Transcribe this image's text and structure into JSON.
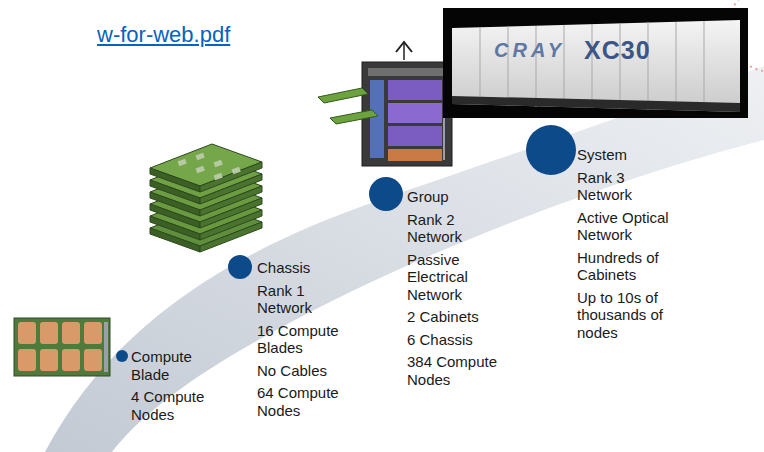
{
  "diagram": {
    "nodes": [
      {
        "text": [
          "Compute Blade",
          "4 Compute Nodes"
        ]
      },
      {
        "text": [
          "Chassis",
          "Rank 1 Network",
          "16 Compute Blades",
          "No Cables",
          "64 Compute Nodes"
        ]
      },
      {
        "text": [
          "Group",
          "Rank 2 Network",
          "Passive Electrical Network",
          "2 Cabinets",
          "6 Chassis",
          "384 Compute Nodes"
        ]
      },
      {
        "text": [
          "System",
          "Rank 3 Network",
          "Active Optical Network",
          "Hundreds of Cabinets",
          "Up to 10s of thousands of nodes"
        ]
      }
    ],
    "labels": [
      "w-for-web.pdf",
      "CRAY",
      "XC30"
    ]
  }
}
